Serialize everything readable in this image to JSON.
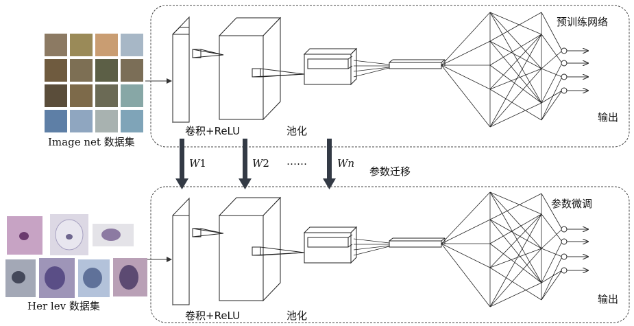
{
  "top_panel": {
    "title": "预训练网络",
    "dataset_label": "Image net 数据集",
    "conv_label": "卷积+ReLU",
    "pool_label": "池化",
    "output_label": "输出"
  },
  "transfer": {
    "weights": [
      {
        "sym": "W",
        "sub": "1"
      },
      {
        "sym": "W",
        "sub": "2"
      },
      {
        "sym": "W",
        "sub": "n"
      }
    ],
    "ellipsis": "……",
    "label": "参数迁移"
  },
  "bottom_panel": {
    "title": "参数微调",
    "dataset_label": "Her lev 数据集",
    "conv_label": "卷积+ReLU",
    "pool_label": "池化",
    "output_label": "输出"
  },
  "colors": {
    "arrow": "#333a45",
    "line": "#222222",
    "panel_border": "#444444"
  }
}
